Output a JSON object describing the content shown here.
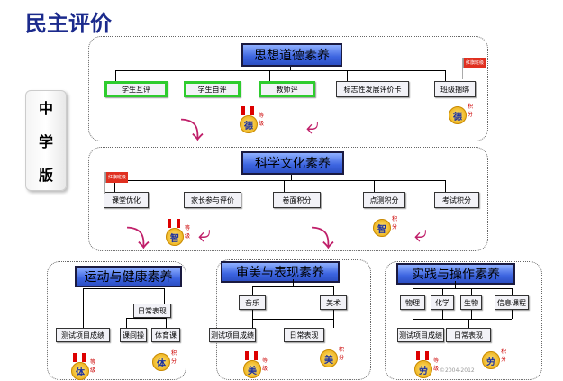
{
  "title": "民主评价",
  "side_label": [
    "中",
    "学",
    "版"
  ],
  "colors": {
    "title": "#1b2a8c",
    "heading": "#3c64e0",
    "green_border": "#2ecc2e",
    "arrow": "#c0206a"
  },
  "panels": [
    {
      "heading": "思想道德素养",
      "items": [
        "学生互评",
        "学生自评",
        "教师评",
        "标志性发展评价卡",
        "班级捆绑"
      ],
      "medals": [
        {
          "char": "德",
          "label": "等级"
        },
        {
          "char": "德",
          "label": "积分"
        }
      ],
      "flag": "红旗班级"
    },
    {
      "heading": "科学文化素养",
      "items": [
        "课堂优化",
        "家长参与评价",
        "卷面积分",
        "点测积分",
        "考试积分"
      ],
      "medals": [
        {
          "char": "智",
          "label": "等级"
        },
        {
          "char": "智",
          "label": "积分"
        }
      ],
      "flag": "红旗班级"
    },
    {
      "heading": "运动与健康素养",
      "items": [
        "日常表现",
        "测试项目成绩",
        "课间操",
        "体育课"
      ],
      "medals": [
        {
          "char": "体",
          "label": "等级"
        },
        {
          "char": "体",
          "label": "积分"
        }
      ]
    },
    {
      "heading": "审美与表现素养",
      "items": [
        "音乐",
        "美术",
        "测试项目成绩",
        "日常表现"
      ],
      "medals": [
        {
          "char": "美",
          "label": "等级"
        },
        {
          "char": "美",
          "label": "积分"
        }
      ]
    },
    {
      "heading": "实践与操作素养",
      "items": [
        "物理",
        "化学",
        "生物",
        "信息课程",
        "测试项目成绩",
        "日常表现"
      ],
      "medals": [
        {
          "char": "劳",
          "label": "等级"
        },
        {
          "char": "劳",
          "label": "积分"
        }
      ]
    }
  ],
  "watermark": "©2004-2012"
}
